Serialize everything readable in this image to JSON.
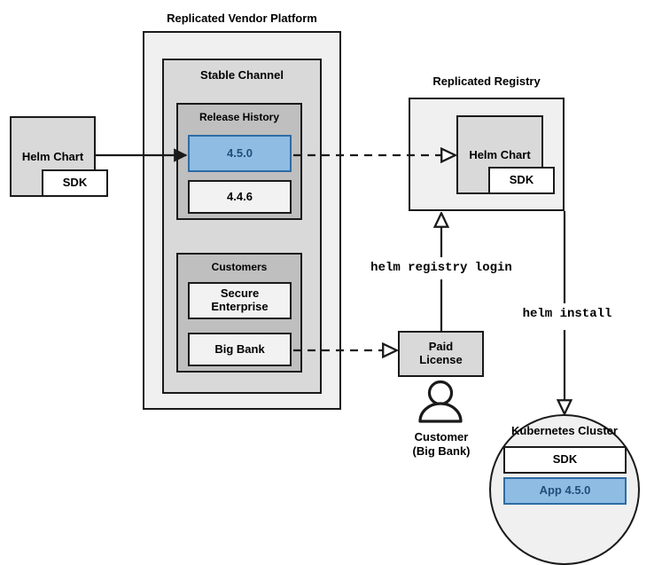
{
  "diagram": {
    "title_vendor_platform": "Replicated Vendor Platform",
    "title_registry": "Replicated Registry",
    "source_chart": {
      "name": "Helm Chart",
      "sdk": "SDK"
    },
    "channel": {
      "label": "Stable Channel",
      "release_history": {
        "label": "Release History",
        "releases": [
          {
            "version": "4.5.0",
            "highlighted": true
          },
          {
            "version": "4.4.6",
            "highlighted": false
          }
        ]
      },
      "customers": {
        "label": "Customers",
        "items": [
          {
            "name": "Secure\nEnterprise"
          },
          {
            "name": "Big Bank"
          }
        ]
      }
    },
    "registry": {
      "chart": {
        "name": "Helm Chart",
        "sdk": "SDK"
      }
    },
    "license": {
      "label": "Paid\nLicense"
    },
    "customer_actor": {
      "label": "Customer\n(Big Bank)",
      "icon": "person-icon"
    },
    "cluster": {
      "label": "Kubernetes Cluster",
      "components": [
        {
          "name": "SDK",
          "highlighted": false
        },
        {
          "name": "App 4.5.0",
          "highlighted": true
        }
      ]
    },
    "commands": {
      "registry_login": "helm registry login",
      "install": "helm install"
    },
    "colors": {
      "highlight_fill": "#8fbce3",
      "highlight_border": "#2e6ca4",
      "highlight_text": "#1f4e79",
      "stroke": "#1a1a1a",
      "platform_fill": "#f0f0f0",
      "channel_fill": "#d9d9d9",
      "section_fill": "#bfbfbf"
    }
  }
}
